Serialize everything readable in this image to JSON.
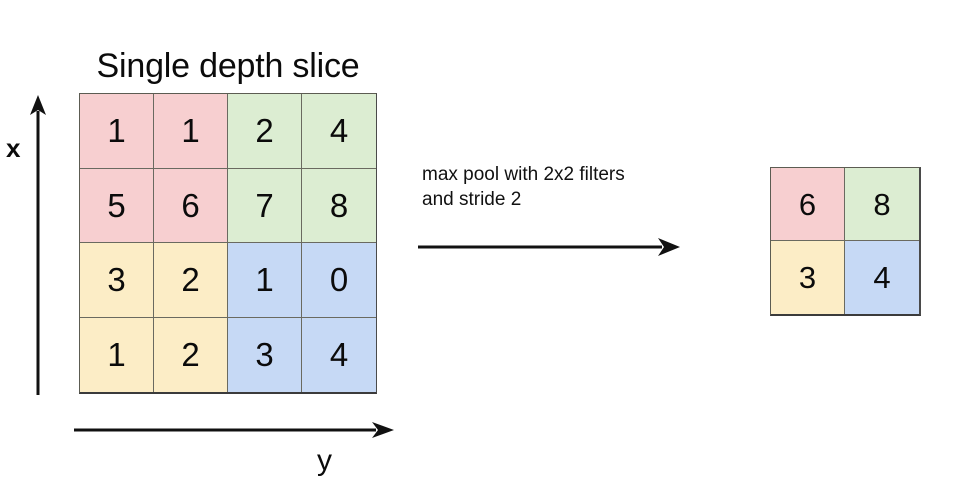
{
  "title": "Single depth slice",
  "axes": {
    "vertical_label": "x",
    "horizontal_label": "y",
    "vertical_arrow_icon": "arrow-up-icon",
    "horizontal_arrow_icon": "arrow-right-icon"
  },
  "transform": {
    "caption": "max pool with 2x2 filters\nand stride 2",
    "arrow_icon": "arrow-right-icon"
  },
  "colors": {
    "pink": "#F7CFD0",
    "green": "#DCEDD2",
    "yellow": "#FCEDC6",
    "blue": "#C6D9F5",
    "grid_line": "#6A6A60",
    "outer_border": "#3B3B3B",
    "text": "#0B0B0B",
    "background": "#FFFFFF"
  },
  "chart_data": {
    "type": "heatmap",
    "title": "Single depth slice",
    "xlabel": "y",
    "ylabel": "x",
    "grid": true,
    "legend": false,
    "operation": "max pool with 2x2 filters and stride 2",
    "input": {
      "rows": 4,
      "cols": 4,
      "values": [
        [
          1,
          1,
          2,
          4
        ],
        [
          5,
          6,
          7,
          8
        ],
        [
          3,
          2,
          1,
          0
        ],
        [
          1,
          2,
          3,
          4
        ]
      ],
      "cell_colors": [
        [
          "#F7CFD0",
          "#F7CFD0",
          "#DCEDD2",
          "#DCEDD2"
        ],
        [
          "#F7CFD0",
          "#F7CFD0",
          "#DCEDD2",
          "#DCEDD2"
        ],
        [
          "#FCEDC6",
          "#FCEDC6",
          "#C6D9F5",
          "#C6D9F5"
        ],
        [
          "#FCEDC6",
          "#FCEDC6",
          "#C6D9F5",
          "#C6D9F5"
        ]
      ]
    },
    "output": {
      "rows": 2,
      "cols": 2,
      "values": [
        [
          6,
          8
        ],
        [
          3,
          4
        ]
      ],
      "cell_colors": [
        [
          "#F7CFD0",
          "#DCEDD2"
        ],
        [
          "#FCEDC6",
          "#C6D9F5"
        ]
      ]
    },
    "pooling_windows": [
      {
        "color": "#F7CFD0",
        "source": [
          1,
          1,
          5,
          6
        ],
        "max": 6
      },
      {
        "color": "#DCEDD2",
        "source": [
          2,
          4,
          7,
          8
        ],
        "max": 8
      },
      {
        "color": "#FCEDC6",
        "source": [
          3,
          2,
          1,
          2
        ],
        "max": 3
      },
      {
        "color": "#C6D9F5",
        "source": [
          1,
          0,
          3,
          4
        ],
        "max": 4
      }
    ]
  }
}
